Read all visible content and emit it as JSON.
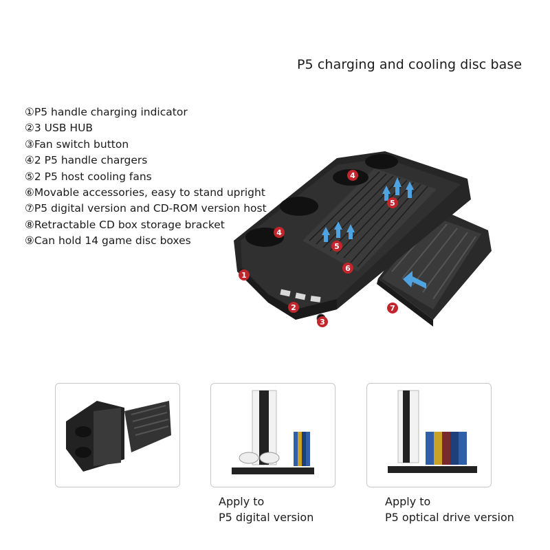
{
  "title": "P5 charging and cooling disc base",
  "features": [
    "①P5 handle charging indicator",
    "②3 USB HUB",
    "③Fan switch button",
    "④2 P5 handle chargers",
    "⑤2 P5 host cooling fans",
    "⑥Movable accessories, easy to stand upright",
    "⑦P5 digital version and CD-ROM version host",
    "⑧Retractable CD box storage bracket",
    "⑨Can hold 14 game disc boxes"
  ],
  "markers": [
    "1",
    "2",
    "3",
    "4",
    "4",
    "5",
    "5",
    "6",
    "7"
  ],
  "captions": {
    "digital": {
      "line1": "Apply to",
      "line2": "P5 digital version"
    },
    "optical": {
      "line1": "Apply to",
      "line2": "P5 optical drive version"
    }
  },
  "colors": {
    "marker_red": "#c0262c",
    "arrow_blue": "#4fa3e0",
    "base_black": "#262626"
  }
}
